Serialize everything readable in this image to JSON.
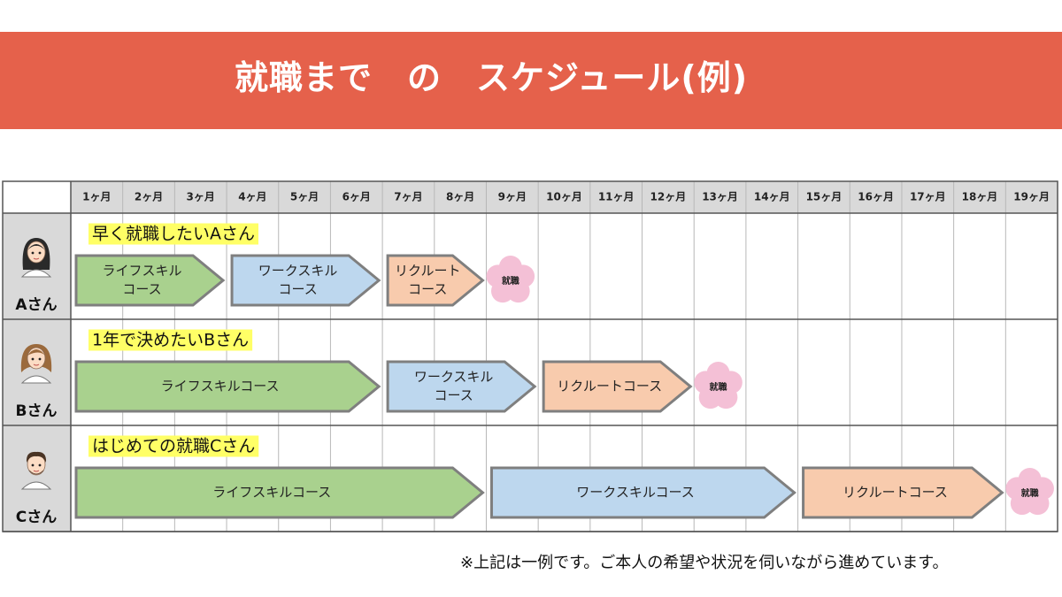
{
  "title": "就職まで　の　スケジュール(例)",
  "months": [
    "1ヶ月",
    "2ヶ月",
    "3ヶ月",
    "4ヶ月",
    "5ヶ月",
    "6ヶ月",
    "7ヶ月",
    "8ヶ月",
    "9ヶ月",
    "10ヶ月",
    "11ヶ月",
    "12ヶ月",
    "13ヶ月",
    "14ヶ月",
    "15ヶ月",
    "16ヶ月",
    "17ヶ月",
    "18ヶ月",
    "19ヶ月"
  ],
  "phase_colors": {
    "life": "#a9d18e",
    "work": "#bdd7ee",
    "recruit": "#f8cbad",
    "blossom": "#f4c0d6",
    "highlight": "#ffff66"
  },
  "rows": [
    {
      "person": "Aさん",
      "caption": "早く就職したいAさん",
      "avatar": "long-dark-hair-woman-avatar",
      "phases": [
        {
          "kind": "life",
          "lines": [
            "ライフスキル",
            "コース"
          ],
          "start": 1,
          "end": 3
        },
        {
          "kind": "work",
          "lines": [
            "ワークスキル",
            "コース"
          ],
          "start": 4,
          "end": 6
        },
        {
          "kind": "recruit",
          "lines": [
            "リクルート",
            "コース"
          ],
          "start": 7,
          "end": 8
        }
      ],
      "goal": {
        "label": "就職",
        "month": 9
      }
    },
    {
      "person": "Bさん",
      "caption": "1年で決めたいBさん",
      "avatar": "brown-hair-woman-avatar",
      "phases": [
        {
          "kind": "life",
          "lines": [
            "ライフスキルコース"
          ],
          "start": 1,
          "end": 6
        },
        {
          "kind": "work",
          "lines": [
            "ワークスキル",
            "コース"
          ],
          "start": 7,
          "end": 9
        },
        {
          "kind": "recruit",
          "lines": [
            "リクルートコース"
          ],
          "start": 10,
          "end": 12
        }
      ],
      "goal": {
        "label": "就職",
        "month": 13
      }
    },
    {
      "person": "Cさん",
      "caption": "はじめての就職Cさん",
      "avatar": "short-hair-man-avatar",
      "phases": [
        {
          "kind": "life",
          "lines": [
            "ライフスキルコース"
          ],
          "start": 1,
          "end": 8
        },
        {
          "kind": "work",
          "lines": [
            "ワークスキルコース"
          ],
          "start": 9,
          "end": 14
        },
        {
          "kind": "recruit",
          "lines": [
            "リクルートコース"
          ],
          "start": 15,
          "end": 18
        }
      ],
      "goal": {
        "label": "就職",
        "month": 19
      }
    }
  ],
  "footnote": "※上記は一例です。ご本人の希望や状況を伺いながら進めています。"
}
